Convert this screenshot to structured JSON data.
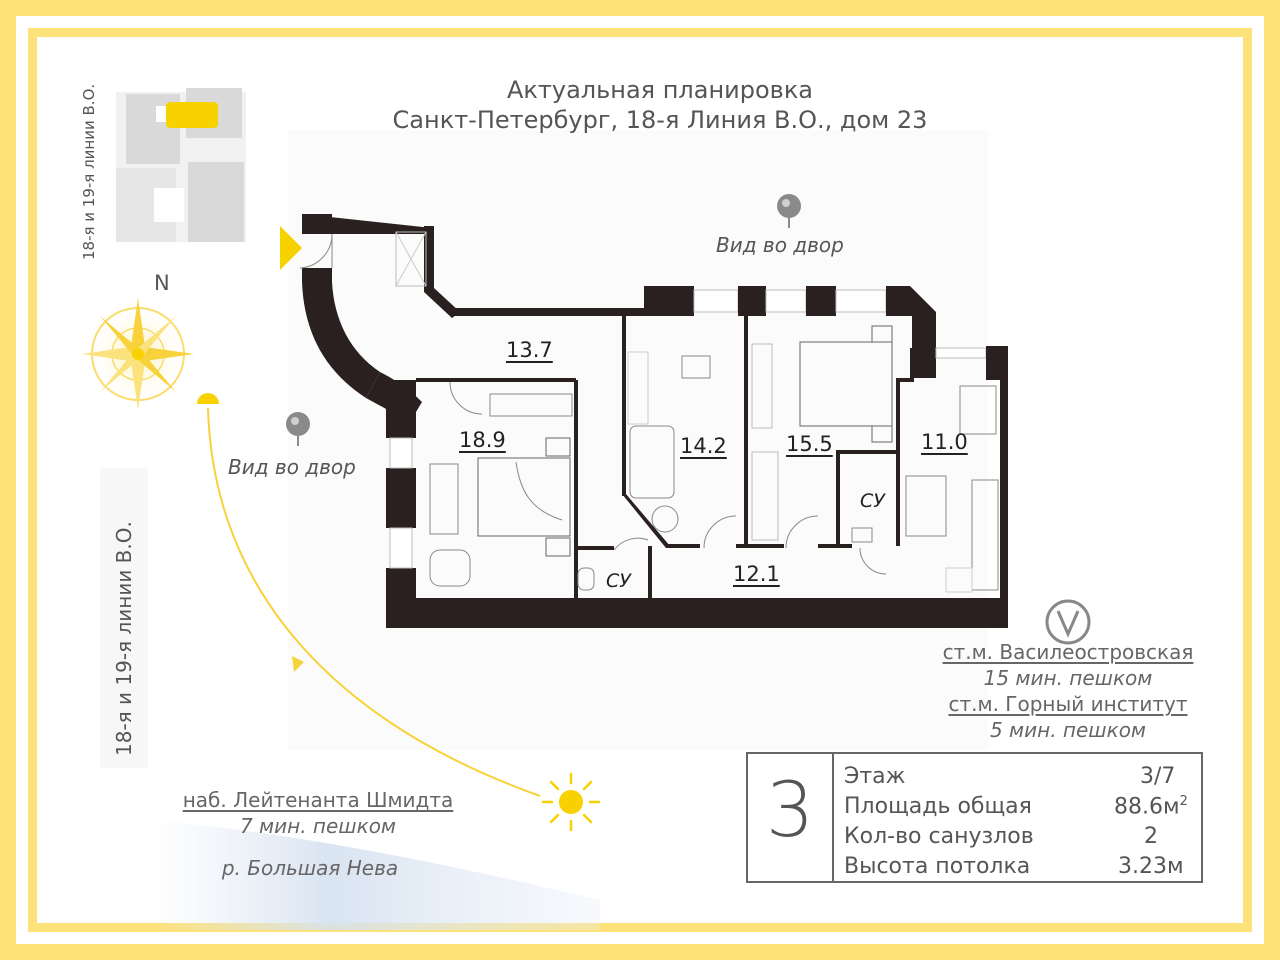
{
  "title": {
    "line1": "Актуальная планировка",
    "line2": "Санкт-Петербург, 18-я Линия В.О., дом 23"
  },
  "views": {
    "top": "Вид во двор",
    "left": "Вид во двор"
  },
  "rooms": {
    "hall": "13.7",
    "bedroom_left": "18.9",
    "room_middle": "14.2",
    "bedroom_right": "15.5",
    "kitchen": "11.0",
    "corridor": "12.1",
    "bath_left": "СУ",
    "bath_right": "СУ"
  },
  "compass": {
    "north": "N"
  },
  "streets": {
    "vertical_small": "18-я и 19-я линии В.О.",
    "vertical_large": "18-я и 19-я линии В.О."
  },
  "metro": {
    "station1": "ст.м. Василеостровская",
    "time1": "15 мин. пешком",
    "station2": "ст.м. Горный институт",
    "time2": "5 мин. пешком"
  },
  "embankment": {
    "name": "наб. Лейтенанта Шмидта",
    "time": "7 мин. пешком",
    "river": "р. Большая Нева"
  },
  "info": {
    "floor_number": "3",
    "rows": [
      {
        "label": "Этаж",
        "value": "3/7"
      },
      {
        "label": "Площадь общая",
        "value": "88.6м",
        "sup": "2"
      },
      {
        "label": "Кол-во санузлов",
        "value": "2"
      },
      {
        "label": "Высота потолка",
        "value": "3.23м"
      }
    ]
  },
  "colors": {
    "border": "#fde27a",
    "wall": "#2a2020",
    "sun": "#f8d200",
    "text": "#555555"
  }
}
